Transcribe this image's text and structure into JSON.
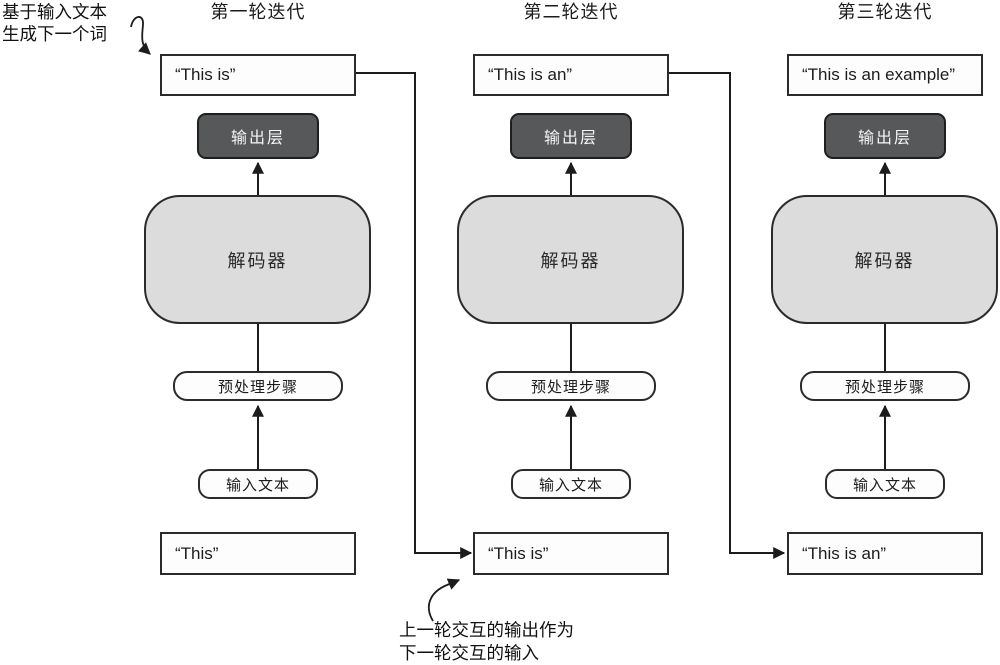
{
  "annotations": {
    "top_left": {
      "line1": "基于输入文本",
      "line2": "生成下一个词"
    },
    "bottom": {
      "line1": "上一轮交互的输出作为",
      "line2": "下一轮交互的输入"
    }
  },
  "labels": {
    "output_layer": "输出层",
    "decoder": "解码器",
    "preprocess": "预处理步骤",
    "input_text": "输入文本"
  },
  "columns": [
    {
      "title": "第一轮迭代",
      "output_text": "“This is”",
      "bottom_input_text": "“This”"
    },
    {
      "title": "第二轮迭代",
      "output_text": "“This is an”",
      "bottom_input_text": "“This is”"
    },
    {
      "title": "第三轮迭代",
      "output_text": "“This is an example”",
      "bottom_input_text": "“This is an”"
    }
  ],
  "colors": {
    "border": "#2b2b2b",
    "box_fill": "#fdfdfd",
    "decoder_fill": "#dcdcdc",
    "output_layer_fill": "#57585a",
    "output_layer_text": "#f5f5f5",
    "text": "#1c1c1c",
    "arrow": "#1c1c1c"
  }
}
